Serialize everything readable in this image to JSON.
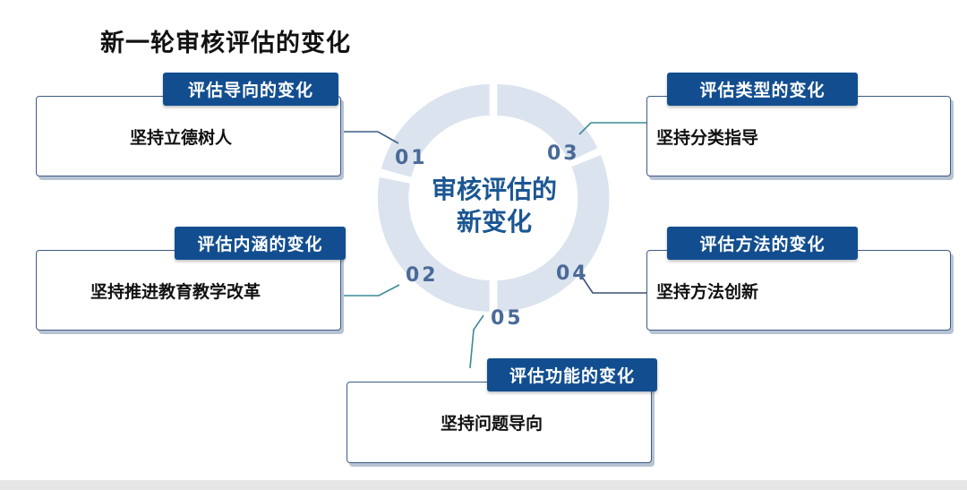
{
  "title": "新一轮审核评估的变化",
  "center": {
    "line1": "审核评估的",
    "line2": "新变化"
  },
  "items": [
    {
      "num": "01",
      "tag": "评估导向的变化",
      "text": "坚持立德树人"
    },
    {
      "num": "02",
      "tag": "评估内涵的变化",
      "text": "坚持推进教育教学改革"
    },
    {
      "num": "03",
      "tag": "评估类型的变化",
      "text": "坚持分类指导"
    },
    {
      "num": "04",
      "tag": "评估方法的变化",
      "text": "坚持方法创新"
    },
    {
      "num": "05",
      "tag": "评估功能的变化",
      "text": "坚持问题导向"
    }
  ],
  "colors": {
    "tag_bg": "#124e8f",
    "ring": "#dbe3ee",
    "number": "#4a6a98",
    "center_text": "#1b5693",
    "connector_teal": "#3d8a97",
    "connector_navy": "#3c4f74"
  }
}
